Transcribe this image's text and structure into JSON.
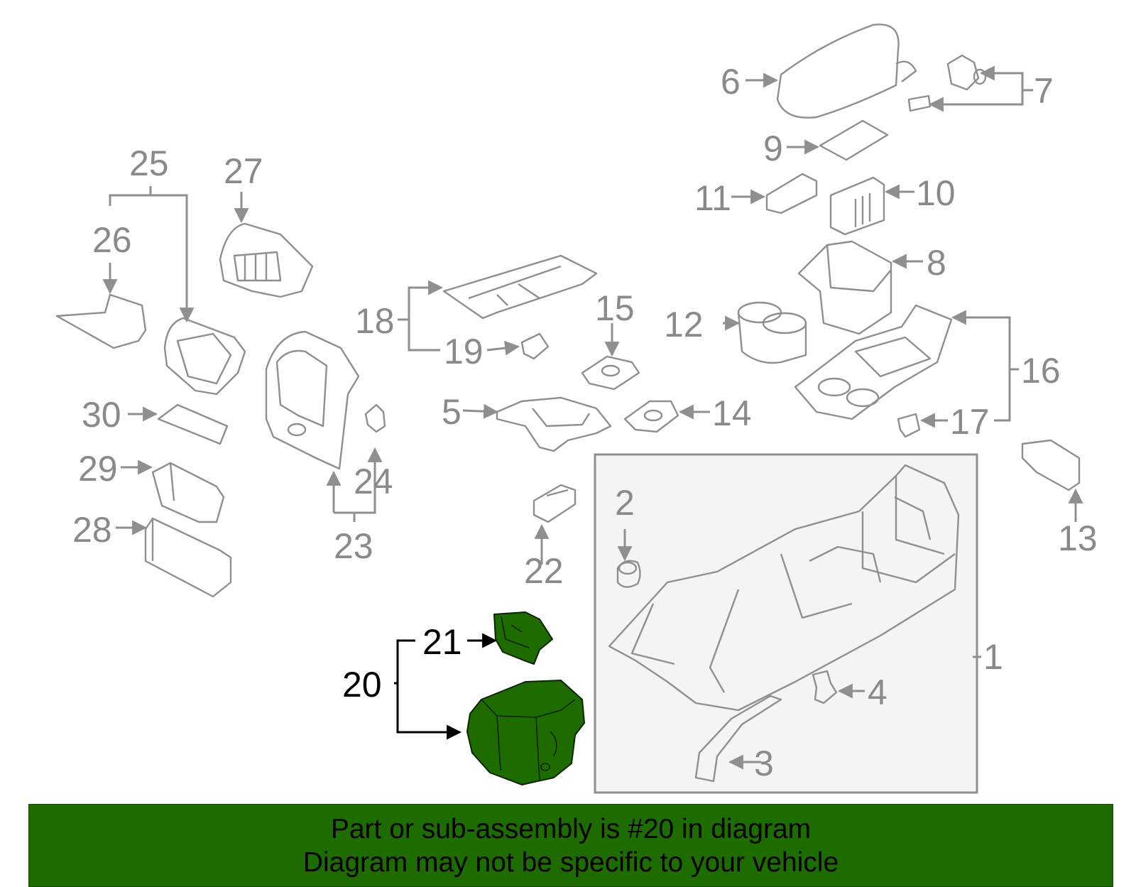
{
  "callouts": [
    {
      "id": "1",
      "highlighted": false
    },
    {
      "id": "2",
      "highlighted": false
    },
    {
      "id": "3",
      "highlighted": false
    },
    {
      "id": "4",
      "highlighted": false
    },
    {
      "id": "5",
      "highlighted": false
    },
    {
      "id": "6",
      "highlighted": false
    },
    {
      "id": "7",
      "highlighted": false
    },
    {
      "id": "8",
      "highlighted": false
    },
    {
      "id": "9",
      "highlighted": false
    },
    {
      "id": "10",
      "highlighted": false
    },
    {
      "id": "11",
      "highlighted": false
    },
    {
      "id": "12",
      "highlighted": false
    },
    {
      "id": "13",
      "highlighted": false
    },
    {
      "id": "14",
      "highlighted": false
    },
    {
      "id": "15",
      "highlighted": false
    },
    {
      "id": "16",
      "highlighted": false
    },
    {
      "id": "17",
      "highlighted": false
    },
    {
      "id": "18",
      "highlighted": false
    },
    {
      "id": "19",
      "highlighted": false
    },
    {
      "id": "20",
      "highlighted": true
    },
    {
      "id": "21",
      "highlighted": true
    },
    {
      "id": "22",
      "highlighted": false
    },
    {
      "id": "23",
      "highlighted": false
    },
    {
      "id": "24",
      "highlighted": false
    },
    {
      "id": "25",
      "highlighted": false
    },
    {
      "id": "26",
      "highlighted": false
    },
    {
      "id": "27",
      "highlighted": false
    },
    {
      "id": "28",
      "highlighted": false
    },
    {
      "id": "29",
      "highlighted": false
    },
    {
      "id": "30",
      "highlighted": false
    }
  ],
  "banner": {
    "line1": "Part or sub-assembly is #20 in diagram",
    "line2": "Diagram may not be specific to your vehicle"
  },
  "colors": {
    "highlight": "#1e6b00",
    "parts": "#8f8f8f",
    "labels": "#8a8a8a",
    "assembly_box_fill": "#f4f4f4"
  }
}
